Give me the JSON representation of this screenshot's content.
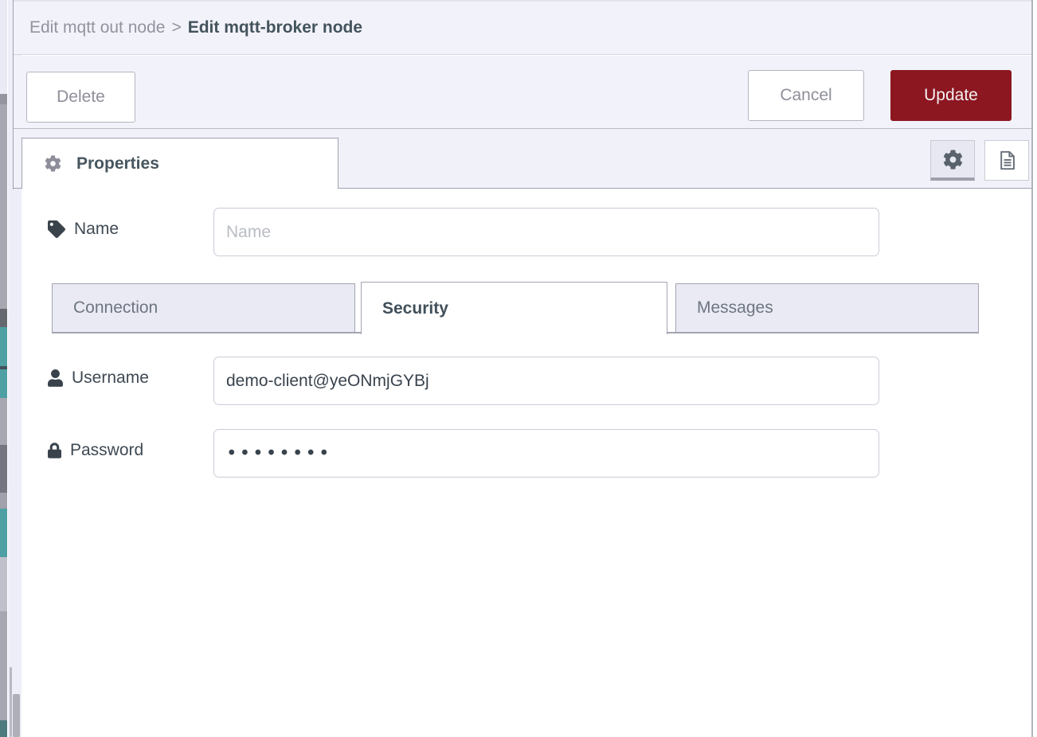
{
  "header": {
    "breadcrumb_parent": "Edit mqtt out node",
    "breadcrumb_separator": ">",
    "breadcrumb_current": "Edit mqtt-broker node"
  },
  "toolbar": {
    "delete_label": "Delete",
    "cancel_label": "Cancel",
    "update_label": "Update"
  },
  "tray_tabs": {
    "properties_label": "Properties",
    "icon_buttons": [
      {
        "name": "gear-icon",
        "selected": true
      },
      {
        "name": "document-icon",
        "selected": false
      }
    ]
  },
  "form": {
    "name": {
      "label": "Name",
      "icon": "tag-icon",
      "placeholder": "Name",
      "value": ""
    },
    "tabs": [
      {
        "label": "Connection",
        "active": false
      },
      {
        "label": "Security",
        "active": true
      },
      {
        "label": "Messages",
        "active": false
      }
    ],
    "username": {
      "label": "Username",
      "icon": "user-icon",
      "value": "demo-client@yeONmjGYBj"
    },
    "password": {
      "label": "Password",
      "icon": "lock-icon",
      "masked_value": "••••••••"
    }
  },
  "colors": {
    "accent_red": "#8C1721",
    "tray_bg": "#F2F3FA",
    "inactive_tab_bg": "#E9EAF4",
    "border_gray": "#9FA0AF",
    "label_text": "#3E4953",
    "muted_text": "#8E8F9A",
    "palette_teal": "#4FA0A4"
  }
}
